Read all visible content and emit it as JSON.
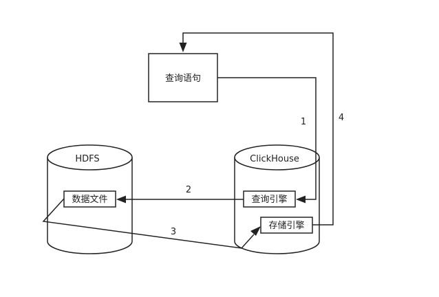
{
  "nodes": {
    "query_statement": "查询语句",
    "hdfs": "HDFS",
    "clickhouse": "ClickHouse",
    "data_file": "数据文件",
    "query_engine": "查询引擎",
    "storage_engine": "存储引擎"
  },
  "edges": [
    {
      "label": "1",
      "from": "query_statement",
      "to": "query_engine"
    },
    {
      "label": "2",
      "from": "query_engine",
      "to": "data_file"
    },
    {
      "label": "3",
      "from": "data_file",
      "to": "storage_engine"
    },
    {
      "label": "4",
      "from": "storage_engine",
      "to": "query_statement"
    }
  ],
  "colors": {
    "stroke": "#222222",
    "background": "#ffffff"
  }
}
